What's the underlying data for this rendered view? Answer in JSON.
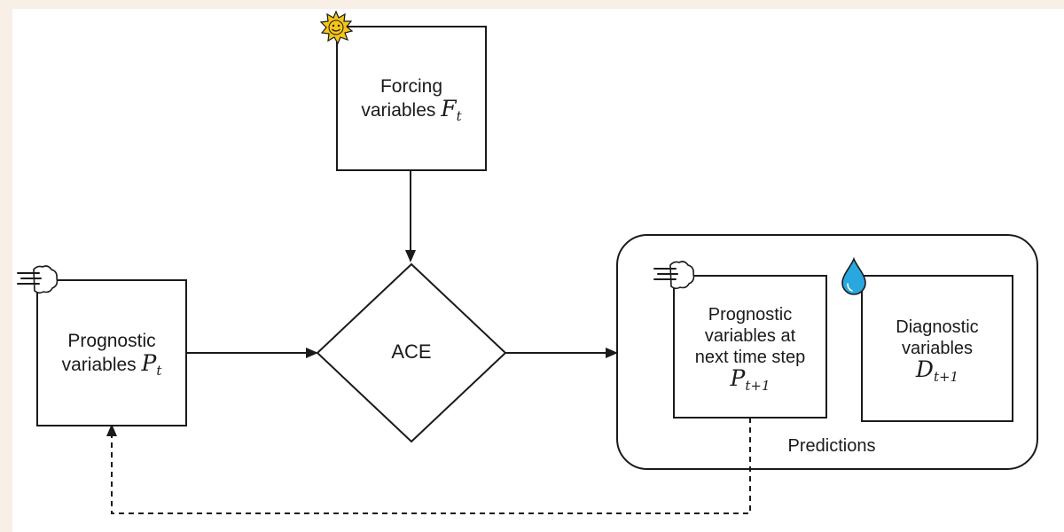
{
  "nodes": {
    "forcing": {
      "text": "Forcing",
      "text2": "variables",
      "symbol": "F",
      "subscript": "t"
    },
    "prognostic_in": {
      "text": "Prognostic",
      "text2": "variables",
      "symbol": "P",
      "subscript": "t"
    },
    "ace": {
      "text": "ACE"
    },
    "prognostic_out": {
      "line1": "Prognostic",
      "line2": "variables at",
      "line3": "next time step",
      "symbol": "P",
      "subscript": "t+1"
    },
    "diagnostic": {
      "line1": "Diagnostic",
      "line2": "variables",
      "symbol": "D",
      "subscript": "t+1"
    },
    "predictions": {
      "label": "Predictions"
    }
  },
  "icons": {
    "forcing": "sun-icon",
    "prognostic_in": "wind-cloud-icon",
    "prognostic_out": "wind-cloud-icon",
    "diagnostic": "water-drop-icon"
  },
  "colors": {
    "stroke": "#1a1a1a",
    "sun": "#f5c518",
    "drop": "#29a8df",
    "page_background": "#f8efe6"
  }
}
